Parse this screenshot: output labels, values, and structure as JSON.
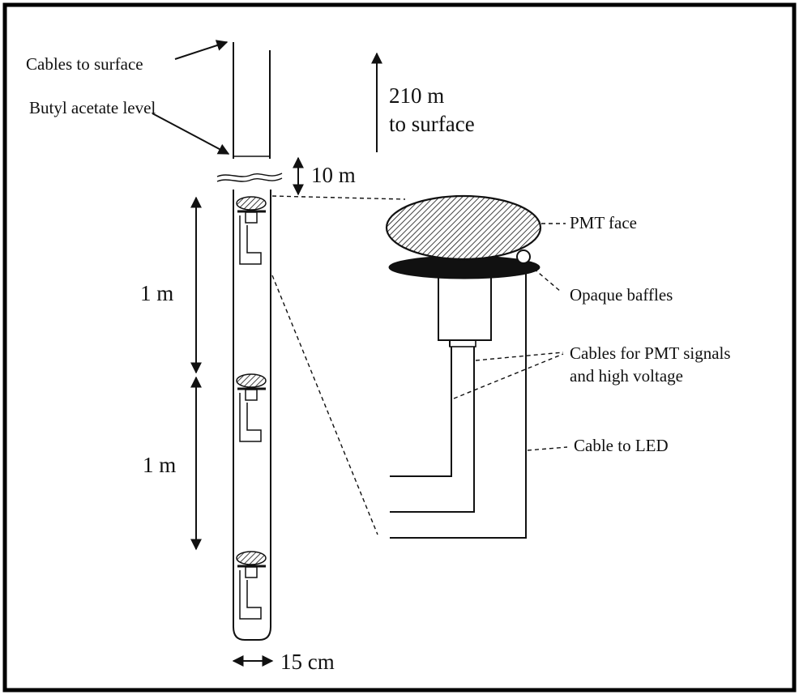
{
  "labels": {
    "cables_to_surface": "Cables to surface",
    "butyl_acetate_level": "Butyl acetate level",
    "depth_line1": "210 m",
    "depth_line2": "to surface",
    "gap_10m": "10 m",
    "spacing_1m_upper": "1 m",
    "spacing_1m_lower": "1 m",
    "diameter_15cm": "15 cm",
    "pmt_face": "PMT face",
    "opaque_baffles": "Opaque baffles",
    "cables_pmt_line1": "Cables for PMT signals",
    "cables_pmt_line2": "and high voltage",
    "cable_to_led": "Cable to LED"
  },
  "colors": {
    "ink": "#111111",
    "background": "#ffffff"
  }
}
